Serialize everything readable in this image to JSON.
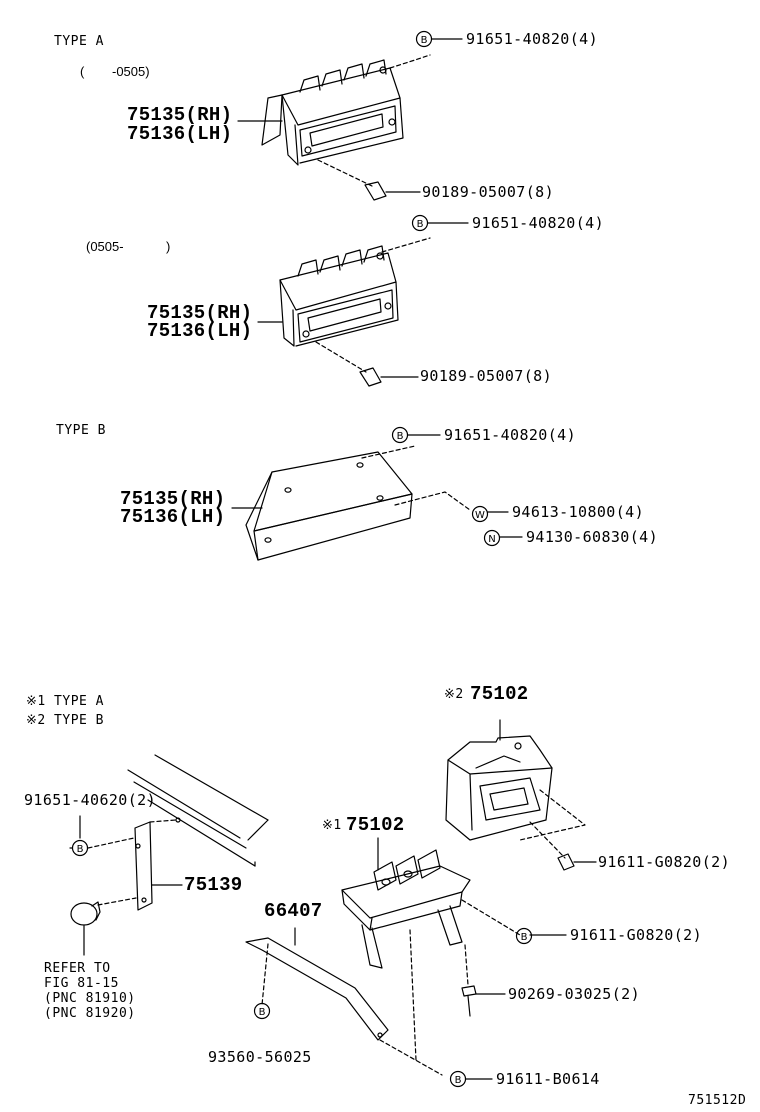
{
  "sections": {
    "type_a": "TYPE A",
    "type_a_range_open": "(",
    "type_a_range_end": "-0505)",
    "type_a_new_range_start": "(0505-",
    "type_a_new_range_close": ")",
    "type_b": "TYPE B"
  },
  "legend": {
    "note1": "※1 TYPE A",
    "note2": "※2 TYPE B"
  },
  "badges": {
    "b": "B",
    "w": "W",
    "n": "N"
  },
  "parts": {
    "p75135_rh": "75135(RH)",
    "p75136_lh": "75136(LH)",
    "p91651_40820": "91651-40820(4)",
    "p90189_05007": "90189-05007(8)",
    "p94613_10800": "94613-10800(4)",
    "p94130_60830": "94130-60830(4)",
    "p91651_40620": "91651-40620(2)",
    "p75139": "75139",
    "p75102_a_mark": "※1",
    "p75102_b_mark": "※2",
    "p75102": "75102",
    "p66407": "66407",
    "p91611_G0820": "91611-G0820(2)",
    "p90269_03025": "90269-03025(2)",
    "p93560_56025": "93560-56025",
    "p91611_B0614": "91611-B0614"
  },
  "refer": {
    "line1": "REFER TO",
    "line2": "FIG 81-15",
    "line3": "(PNC 81910)",
    "line4": "(PNC 81920)"
  },
  "figure_id": "751512D"
}
